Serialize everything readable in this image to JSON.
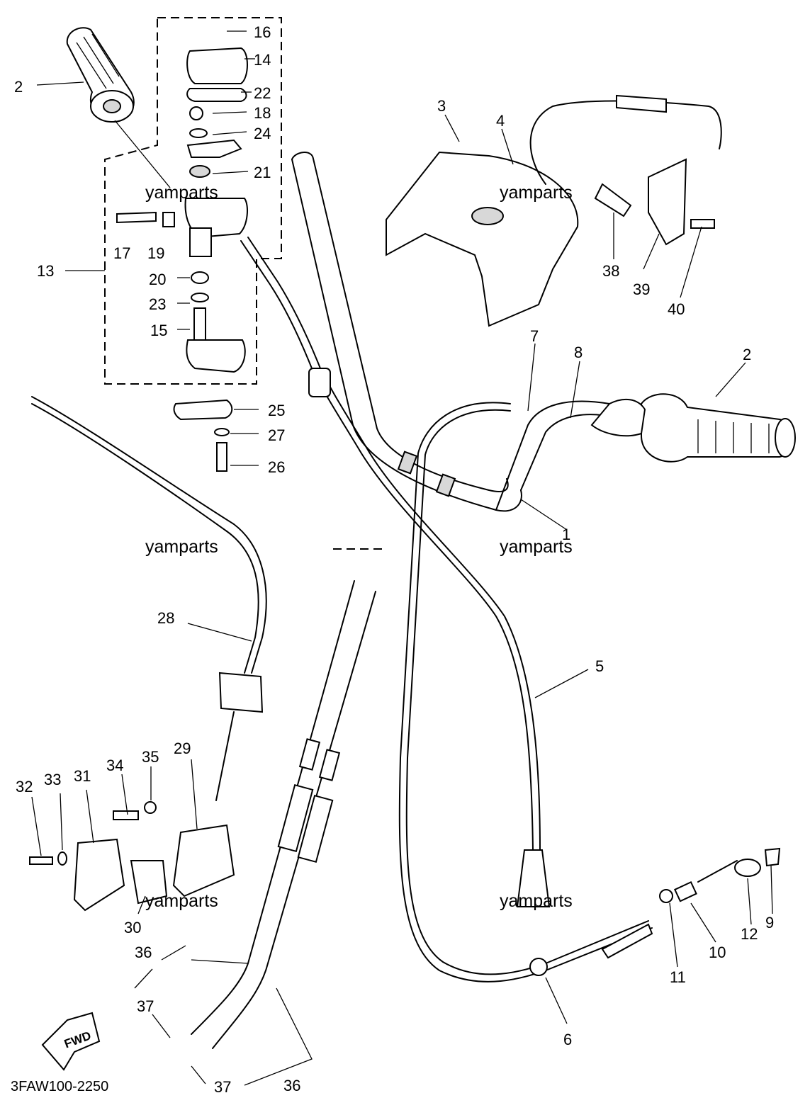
{
  "diagram": {
    "callouts": [
      {
        "id": "c16",
        "label": "16"
      },
      {
        "id": "c14",
        "label": "14"
      },
      {
        "id": "c22",
        "label": "22"
      },
      {
        "id": "c18",
        "label": "18"
      },
      {
        "id": "c24",
        "label": "24"
      },
      {
        "id": "c21",
        "label": "21"
      },
      {
        "id": "c2a",
        "label": "2"
      },
      {
        "id": "c13",
        "label": "13"
      },
      {
        "id": "c17",
        "label": "17"
      },
      {
        "id": "c19",
        "label": "19"
      },
      {
        "id": "c20",
        "label": "20"
      },
      {
        "id": "c23",
        "label": "23"
      },
      {
        "id": "c15",
        "label": "15"
      },
      {
        "id": "c25",
        "label": "25"
      },
      {
        "id": "c27",
        "label": "27"
      },
      {
        "id": "c26",
        "label": "26"
      },
      {
        "id": "c3",
        "label": "3"
      },
      {
        "id": "c4",
        "label": "4"
      },
      {
        "id": "c38",
        "label": "38"
      },
      {
        "id": "c39",
        "label": "39"
      },
      {
        "id": "c40",
        "label": "40"
      },
      {
        "id": "c7",
        "label": "7"
      },
      {
        "id": "c8",
        "label": "8"
      },
      {
        "id": "c2b",
        "label": "2"
      },
      {
        "id": "c1",
        "label": "1"
      },
      {
        "id": "c28",
        "label": "28"
      },
      {
        "id": "c5",
        "label": "5"
      },
      {
        "id": "c34",
        "label": "34"
      },
      {
        "id": "c35",
        "label": "35"
      },
      {
        "id": "c29",
        "label": "29"
      },
      {
        "id": "c32",
        "label": "32"
      },
      {
        "id": "c33",
        "label": "33"
      },
      {
        "id": "c31",
        "label": "31"
      },
      {
        "id": "c30",
        "label": "30"
      },
      {
        "id": "c36a",
        "label": "36"
      },
      {
        "id": "c37a",
        "label": "37"
      },
      {
        "id": "c37b",
        "label": "37"
      },
      {
        "id": "c36b",
        "label": "36"
      },
      {
        "id": "c6",
        "label": "6"
      },
      {
        "id": "c11",
        "label": "11"
      },
      {
        "id": "c10",
        "label": "10"
      },
      {
        "id": "c12",
        "label": "12"
      },
      {
        "id": "c9",
        "label": "9"
      }
    ],
    "watermarks": [
      "yamparts",
      "yamparts",
      "yamparts",
      "yamparts",
      "yamparts",
      "yamparts"
    ],
    "diagram_code": "3FAW100-2250",
    "direction_label": "FWD"
  }
}
